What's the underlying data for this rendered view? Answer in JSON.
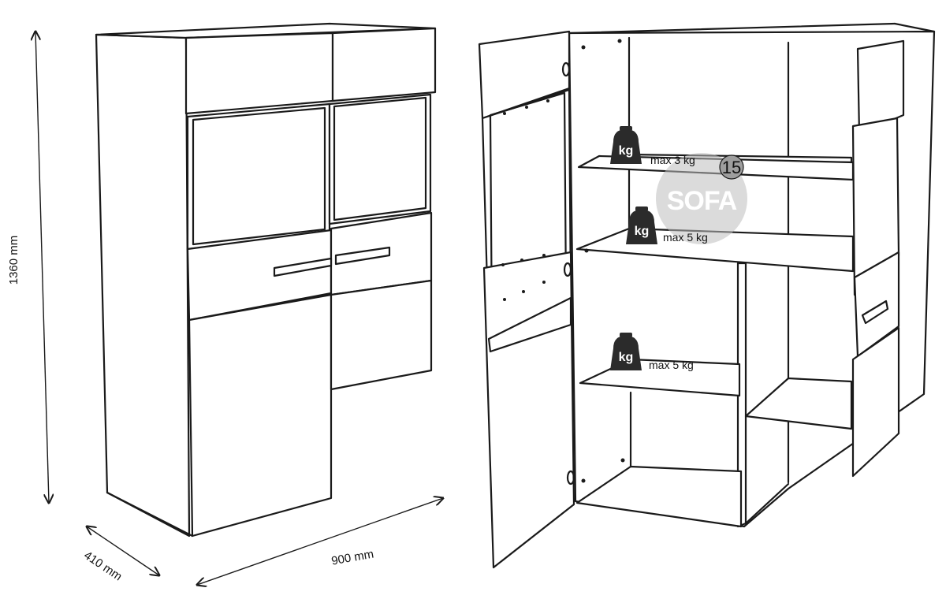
{
  "dimensions": {
    "height": "1360 mm",
    "depth": "410 mm",
    "width": "900 mm"
  },
  "weight_icon_label": "kg",
  "shelves": [
    {
      "max_load": "max 3 kg"
    },
    {
      "max_load": "max 5 kg"
    },
    {
      "max_load": "max 5 kg"
    }
  ],
  "badge": "15",
  "watermark": {
    "brand": "SOFA",
    "color": "#bdbdbd"
  },
  "colors": {
    "line": "#1a1a1a",
    "weight_icon": "#2b2b2b"
  }
}
